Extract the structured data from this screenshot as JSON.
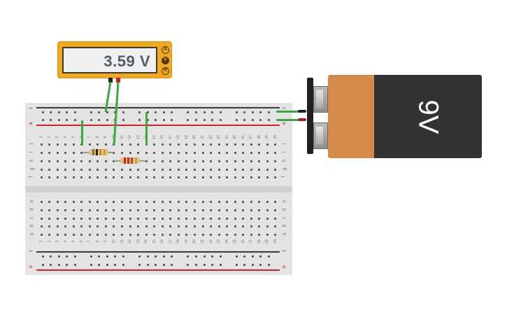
{
  "multimeter": {
    "reading": "3.59 V",
    "modes": [
      "A",
      "V",
      "R"
    ],
    "active_mode": "V",
    "body_color": "#f2a91c"
  },
  "battery": {
    "label": "9V",
    "orange_color": "#d48a4b",
    "body_color": "#333333"
  },
  "breadboard": {
    "rail_sign_minus": "−",
    "rail_sign_plus": "+",
    "columns": 30,
    "top_letters": [
      "j",
      "i",
      "h",
      "g",
      "f"
    ],
    "bottom_letters": [
      "e",
      "d",
      "c",
      "b",
      "a"
    ],
    "rail_negative_color": "#3a3a3a",
    "rail_positive_color": "#d8202a"
  },
  "components": {
    "resistor_1_bands": [
      "#8a6b3a",
      "#222222",
      "#d08a18",
      "#c9a24a"
    ],
    "resistor_2_bands": [
      "#d02020",
      "#d02020",
      "#8a5a2a",
      "#c9a24a"
    ],
    "wire_color": "#3aa83e"
  }
}
